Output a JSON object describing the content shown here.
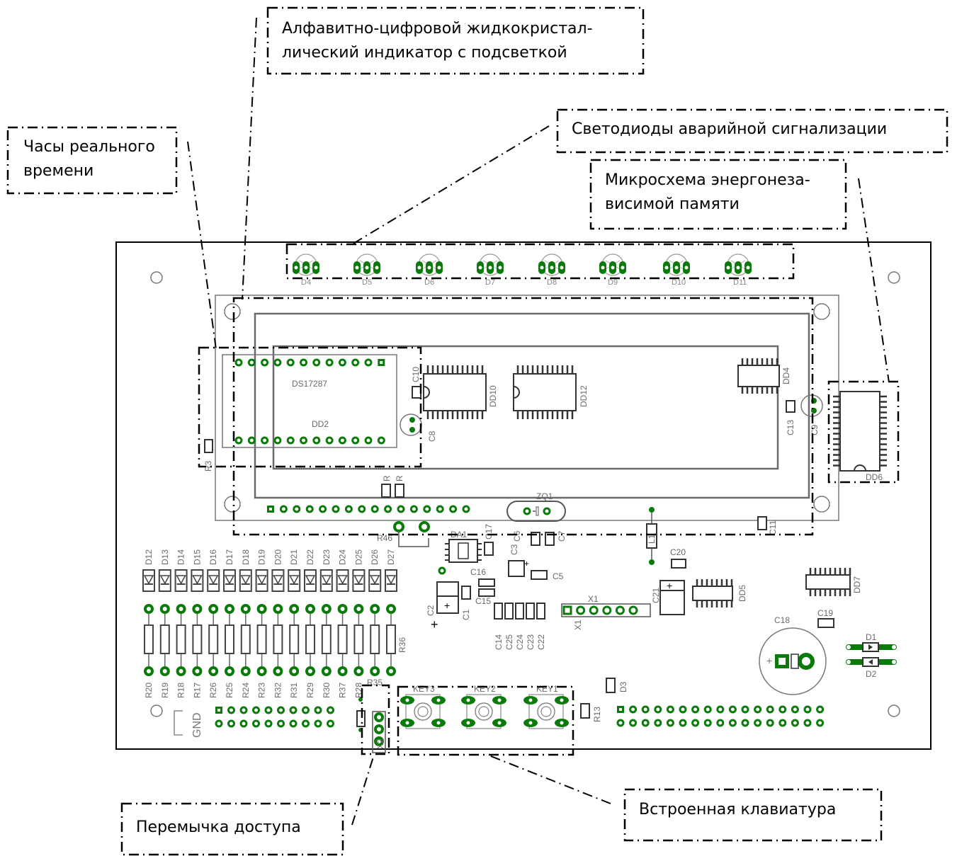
{
  "callouts": {
    "lcd": {
      "line1": "Алфавитно-цифровой жидкокристал-",
      "line2": "лический индикатор с подсветкой"
    },
    "rtc": {
      "line1": "Часы реального",
      "line2": "времени"
    },
    "alarm_leds": {
      "line1": "Светодиоды аварийной сигнализации"
    },
    "nvram": {
      "line1": "Микросхема энергонеза-",
      "line2": "висимой памяти"
    },
    "jumper": {
      "line1": "Перемычка доступа"
    },
    "keyboard": {
      "line1": "Встроенная клавиатура"
    }
  },
  "board": {
    "top_leds": [
      "D4",
      "D5",
      "D6",
      "D7",
      "D8",
      "D9",
      "D10",
      "D11"
    ],
    "rtc_chip": "DS17287",
    "rtc_ref": "DD2",
    "chips": {
      "dd10": "DD10",
      "dd12": "DD12",
      "dd4": "DD4",
      "dd6": "DD6",
      "dd5": "DD5",
      "dd7": "DD7",
      "da1": "DA1"
    },
    "crystal": "ZQ1",
    "diodes_row": [
      "D12",
      "D13",
      "D14",
      "D15",
      "D16",
      "D17",
      "D18",
      "D19",
      "D20",
      "D21",
      "D22",
      "D23",
      "D24",
      "D25",
      "D26",
      "D27"
    ],
    "resistors_row": [
      "R20",
      "R19",
      "R18",
      "R17",
      "R26",
      "R25",
      "R24",
      "R23",
      "R32",
      "R31",
      "R29",
      "R30",
      "R37",
      "R28"
    ],
    "resistor_r36": "R36",
    "resistor_r35": "R35",
    "caps_group": [
      "C14",
      "C25",
      "C24",
      "C23",
      "C22"
    ],
    "keys": [
      "KEY3",
      "KEY2",
      "KEY1"
    ],
    "gnd_label": "GND",
    "connector_x1": "X1",
    "connector_x2": "X2",
    "labels": {
      "c10": "C10",
      "c8": "C8",
      "c13": "C13",
      "c9": "C9",
      "r3": "R3",
      "r_a": "R",
      "r_b": "R",
      "r46": "R46",
      "c17": "C17",
      "c6": "C6",
      "c7": "C7",
      "c3": "C3",
      "c5": "C5",
      "c16": "C16",
      "c15": "C15",
      "c2": "C2",
      "c1": "C1",
      "l1": "L1",
      "c20": "C20",
      "c21": "C21",
      "c11": "C11",
      "c18": "C18",
      "c19": "C19",
      "d1": "D1",
      "d2": "D2",
      "d3": "D3",
      "r13": "R13"
    }
  }
}
